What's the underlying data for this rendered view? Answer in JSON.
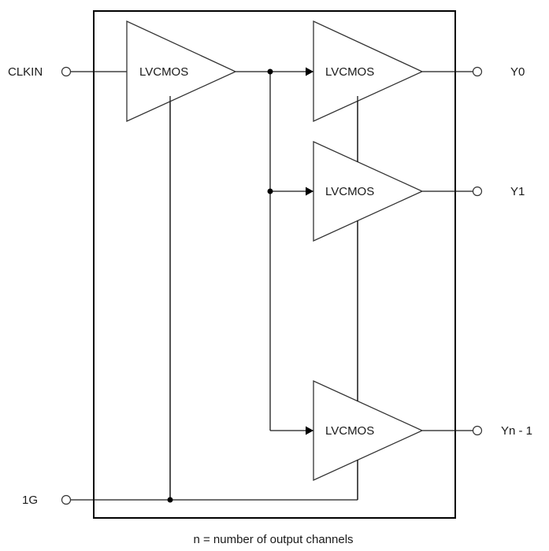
{
  "diagram": {
    "inputs": {
      "clkin": "CLKIN",
      "enable": "1G"
    },
    "buffers": {
      "input": "LVCMOS",
      "out0": "LVCMOS",
      "out1": "LVCMOS",
      "outn": "LVCMOS"
    },
    "outputs": {
      "y0": "Y0",
      "y1": "Y1",
      "yn": "Yn - 1"
    },
    "footnote": "n = number of output channels"
  }
}
